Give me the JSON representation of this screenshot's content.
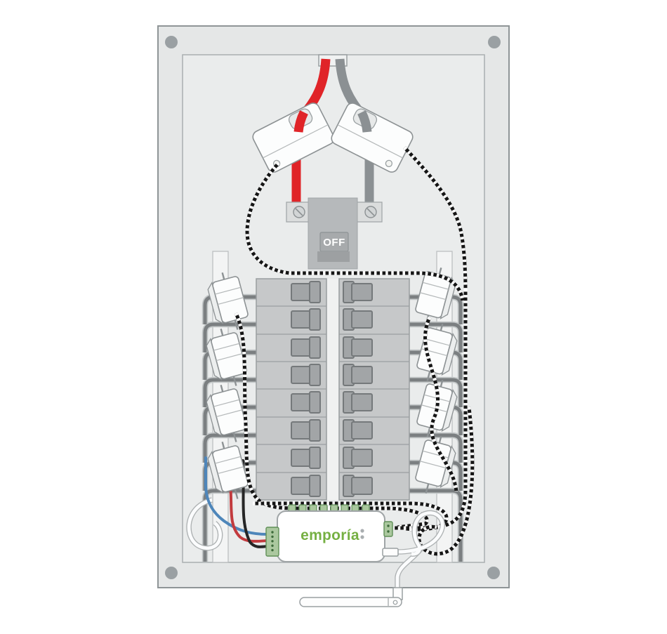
{
  "diagram": {
    "name": "Emporia Vue energy monitor installed in a circuit breaker panel",
    "main_breaker": {
      "switch_label": "OFF"
    },
    "monitor": {
      "brand_label": "emporía",
      "led_count": 2
    },
    "breaker_panel": {
      "left_breaker_count": 8,
      "right_breaker_count": 8,
      "corner_screw_count": 4
    },
    "sensors": {
      "main_ct_count": 2,
      "branch_ct_left_count": 4,
      "branch_ct_right_count": 4
    },
    "colors": {
      "hot_wire_red": "#e02428",
      "hot_wire_gray": "#8b9093",
      "sensor_wire_blue": "#4e86ba",
      "sensor_wire_red": "#c23b3e",
      "sensor_wire_black": "#262626",
      "brand_green": "#76b043",
      "terminal_green": "#abc89f"
    }
  }
}
